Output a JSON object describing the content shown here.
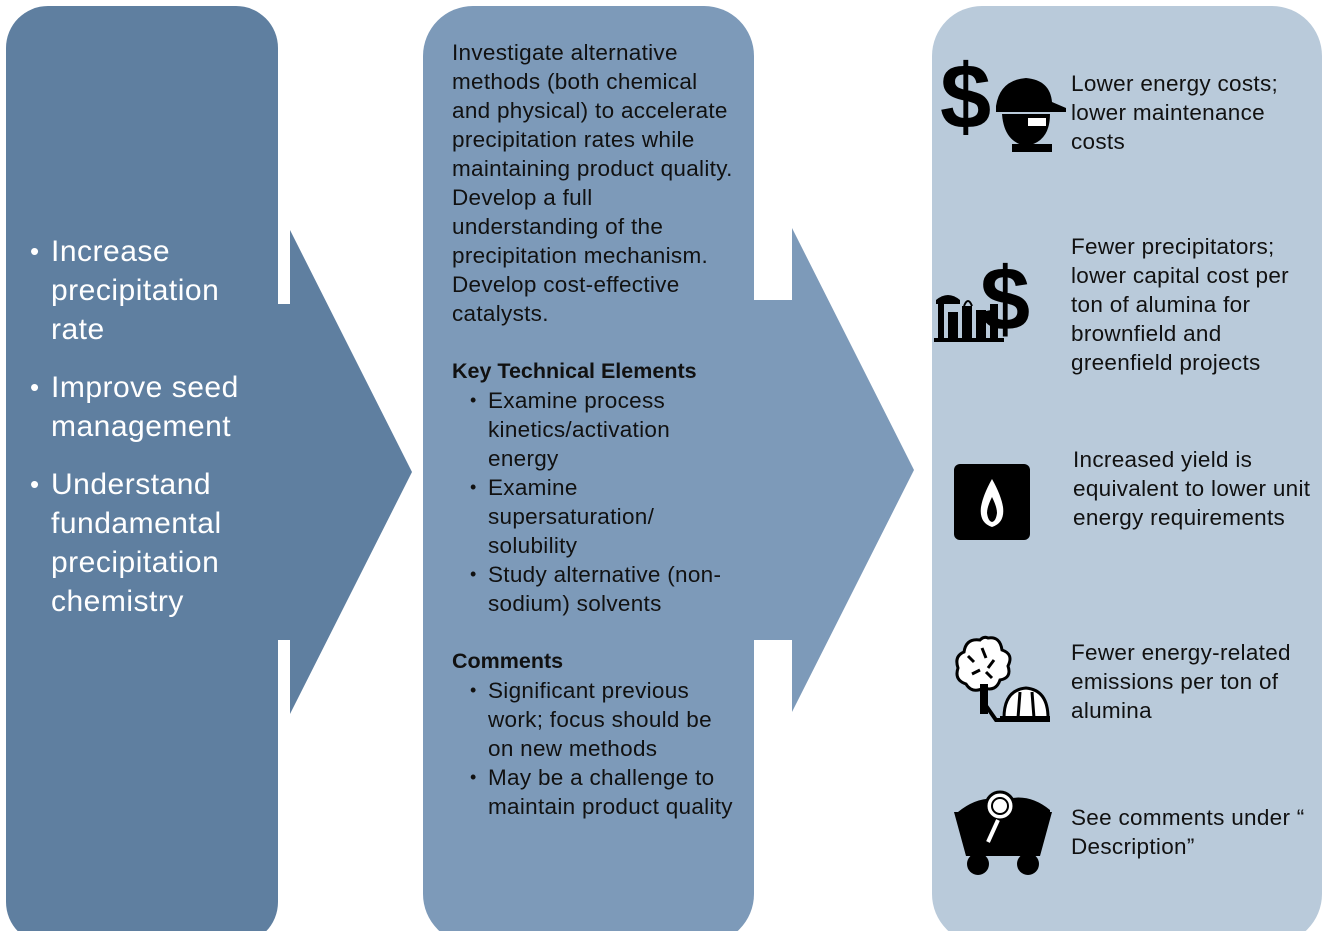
{
  "left_panel": {
    "items": [
      "Increase precipitation rate",
      "Improve seed management",
      "Understand fundamental precipitation chemistry"
    ]
  },
  "middle_panel": {
    "description": "Investigate alternative methods (both chemical and physical) to accelerate precipitation rates while maintaining product quality. Develop a full understanding of the precipitation mechanism.  Develop cost-effective catalysts.",
    "key_elements_heading": "Key Technical Elements",
    "key_elements": [
      "Examine process kinetics/activation energy",
      "Examine supersaturation/ solubility",
      "Study alternative (non-sodium) solvents"
    ],
    "comments_heading": "Comments",
    "comments": [
      "Significant previous work; focus should be on new methods",
      "May be a challenge to maintain product quality"
    ]
  },
  "right_panel": {
    "benefits": [
      {
        "icon": "dollar-worker-icon",
        "text": "Lower energy costs; lower maintenance costs"
      },
      {
        "icon": "plant-dollar-icon",
        "text": "Fewer precipitators; lower capital cost per ton of alumina for brownfield and greenfield projects"
      },
      {
        "icon": "flame-icon",
        "text": "Increased yield is equivalent to lower unit energy requirements"
      },
      {
        "icon": "tree-hardhat-icon",
        "text": "Fewer energy-related emissions per ton of alumina"
      },
      {
        "icon": "ore-cart-icon",
        "text": "See comments under “ Description”"
      }
    ]
  },
  "colors": {
    "left_panel": "#5f7fa0",
    "middle_panel": "#7d9ab9",
    "right_panel": "#b9cada",
    "arrow_1": "#5f7fa0",
    "arrow_2": "#7d9ab9"
  }
}
